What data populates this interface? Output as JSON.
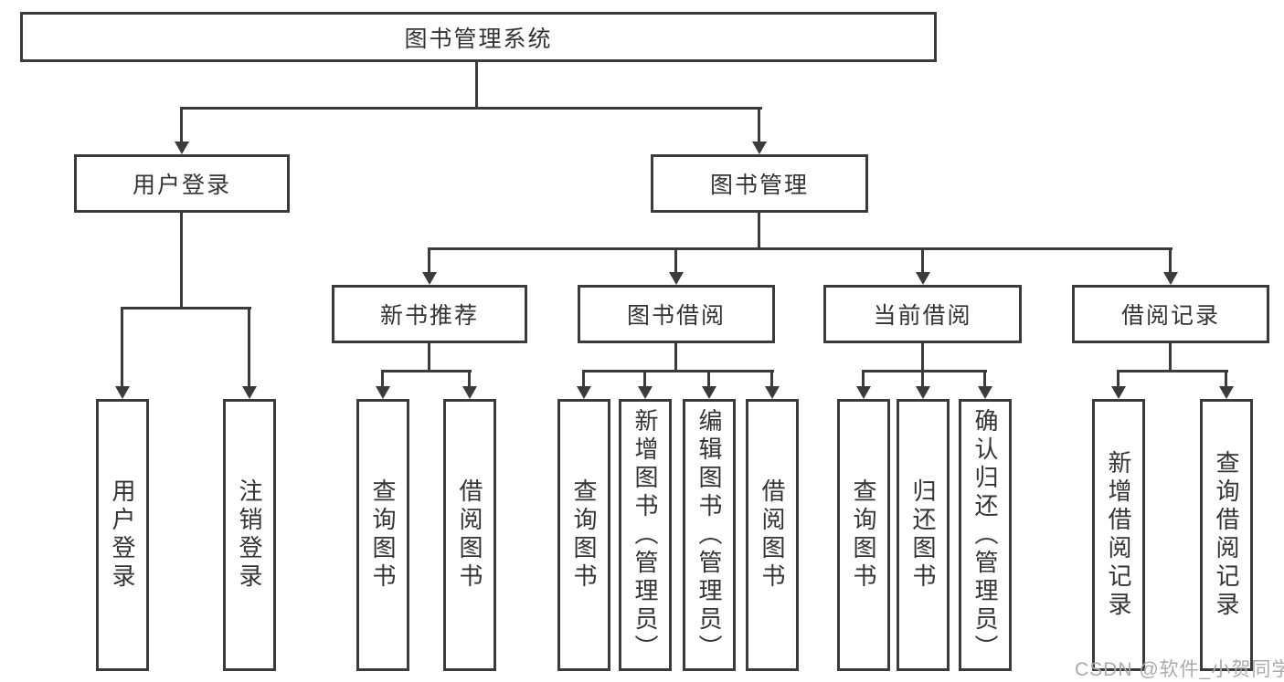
{
  "tree": {
    "root": "图书管理系统",
    "branches": [
      {
        "label": "用户登录",
        "children": [
          "用户登录",
          "注销登录"
        ]
      },
      {
        "label": "图书管理",
        "sections": [
          {
            "label": "新书推荐",
            "children": [
              "查询图书",
              "借阅图书"
            ]
          },
          {
            "label": "图书借阅",
            "children": [
              "查询图书",
              "新增图书（管理员）",
              "编辑图书（管理员）",
              "借阅图书"
            ]
          },
          {
            "label": "当前借阅",
            "children": [
              "查询图书",
              "归还图书",
              "确认归还（管理员）"
            ]
          },
          {
            "label": "借阅记录",
            "children": [
              "新增借阅记录",
              "查询借阅记录"
            ]
          }
        ]
      }
    ]
  },
  "watermark": "CSDN @软件_小贺同学",
  "colors": {
    "line": "#3b3b3b",
    "text": "#333333",
    "watermark": "#ababab",
    "background": "#ffffff"
  }
}
